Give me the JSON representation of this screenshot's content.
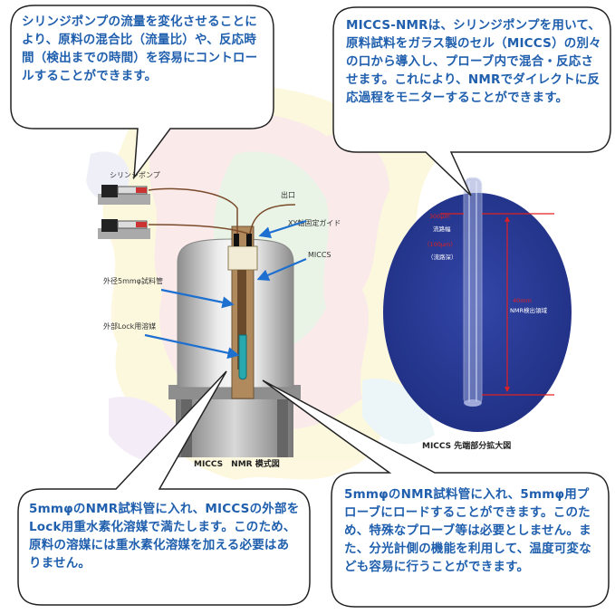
{
  "callouts": {
    "top_left": "シリンジポンプの流量を変化させることにより、原料の混合比（流量比）や、反応時間（検出までの時間）を容易にコントロールすることができます。",
    "top_right": "MICCS-NMRは、シリンジポンプを用いて、原料試料をガラス製のセル（MICCS）の別々の口から導入し、プローブ内で混合・反応させます。これにより、NMRでダイレクトに反応過程をモニターすることができます。",
    "bottom_left": "5mmφのNMR試料管に入れ、MICCSの外部をLock用重水素化溶媒で満たします。このため、原料の溶媒には重水素化溶媒を加える必要はありません。",
    "bottom_right": "5mmφのNMR試料管に入れ、5mmφ用プローブにロードすることができます。このため、特殊なプローブ等は必要としません。また、分光計側の機能を利用して、温度可変なども容易に行うことができます。"
  },
  "diagram": {
    "syringe_pump": "シリンジポンプ",
    "outlet": "出口",
    "xy_guide": "XY軸固定ガイド",
    "miccs": "MICCS",
    "outer_tube": "外径5mmφ試料管",
    "lock_solvent": "外部Lock用溶媒",
    "caption": "MICCS　NMR 模式図"
  },
  "enlarged": {
    "channel_width_value": "300μm",
    "channel_width": "流路幅",
    "channel_depth_value": "（100μm）",
    "channel_depth": "（流路深）",
    "detect_length": "40mm",
    "detect_region": "NMR検出領域",
    "caption": "MICCS 先端部分拡大図"
  },
  "colors": {
    "text_blue": "#1f5fae",
    "ellipse_blue": "#2b3f9a",
    "arrow_blue": "#1d6fd0",
    "accent_red": "#e02020"
  }
}
